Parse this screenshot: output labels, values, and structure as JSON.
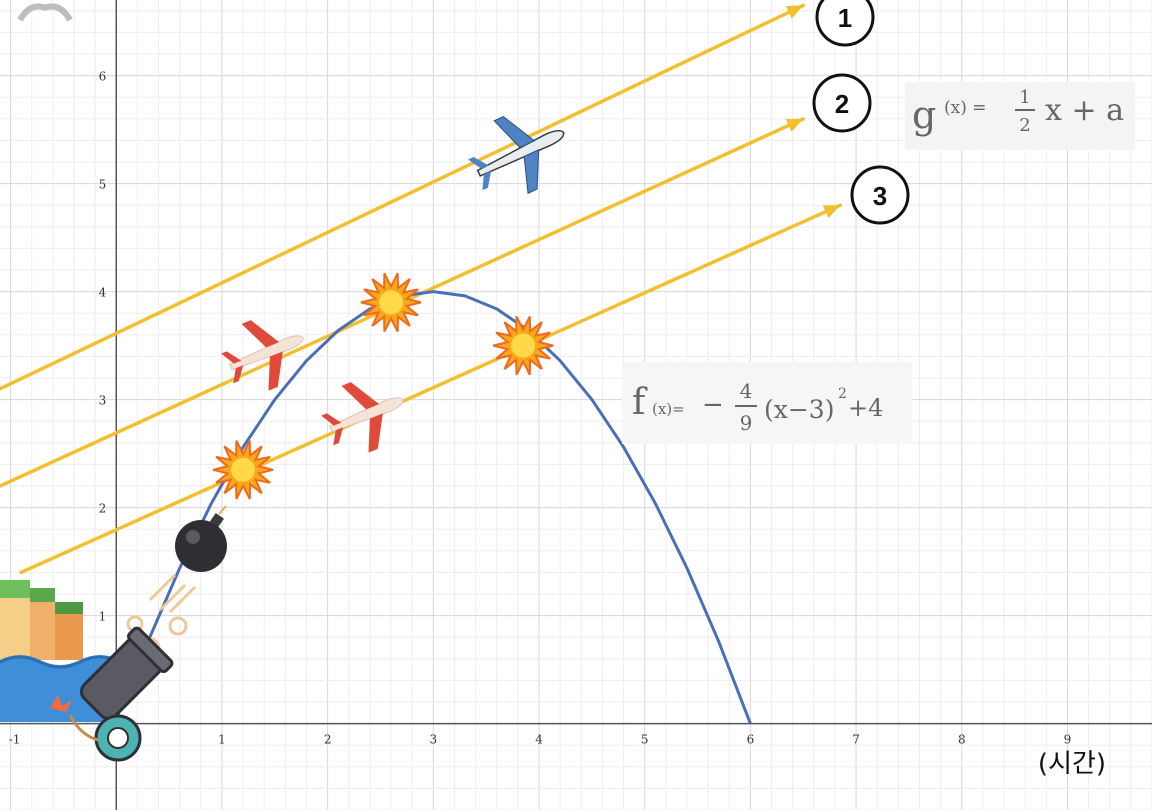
{
  "chart_data": {
    "type": "line",
    "xlim": [
      -1.1,
      9.8
    ],
    "ylim": [
      -0.8,
      6.7
    ],
    "grid": true,
    "x_ticks": [
      "-1",
      "1",
      "2",
      "3",
      "4",
      "5",
      "6",
      "7",
      "8",
      "9"
    ],
    "y_ticks": [
      "1",
      "2",
      "3",
      "4",
      "5",
      "6"
    ],
    "x_unit_label": "(시간)",
    "curve": {
      "formula": "f(x) = -4/9 (x-3)^2 + 4",
      "color": "#4a6fb8",
      "x": [
        0.3,
        0.6,
        0.9,
        1.2,
        1.5,
        1.8,
        2.1,
        2.4,
        2.7,
        3.0,
        3.3,
        3.6,
        3.9,
        4.2,
        4.5,
        4.8,
        5.1,
        5.4,
        5.7,
        6.0
      ],
      "y": [
        0.76,
        1.44,
        2.04,
        2.56,
        3.0,
        3.36,
        3.64,
        3.84,
        3.96,
        4.0,
        3.96,
        3.84,
        3.64,
        3.36,
        3.0,
        2.56,
        2.04,
        1.44,
        0.76,
        0.0
      ]
    },
    "lines": [
      {
        "label": "1",
        "x": [
          -1.1,
          6.5
        ],
        "y": [
          3.1,
          6.65
        ],
        "color": "#f2bf2f"
      },
      {
        "label": "2",
        "x": [
          -1.1,
          6.5
        ],
        "y": [
          2.2,
          5.6
        ],
        "color": "#f2bf2f"
      },
      {
        "label": "3",
        "x": [
          -0.9,
          6.85
        ],
        "y": [
          1.4,
          4.8
        ],
        "color": "#f2bf2f"
      }
    ],
    "explosions": [
      {
        "x": 1.2,
        "y": 2.35
      },
      {
        "x": 2.6,
        "y": 3.9
      },
      {
        "x": 3.85,
        "y": 3.5
      }
    ],
    "annotations": {
      "g_formula": {
        "name": "g",
        "var": "(x) =",
        "frac_num": "1",
        "frac_den": "2",
        "rest": "x + a"
      },
      "f_formula": {
        "name": "f",
        "var": "(x)=",
        "minus": "−",
        "frac_num": "4",
        "frac_den": "9",
        "rest": "(x−3)",
        "exp": "2",
        "tail": "+4"
      }
    }
  },
  "icons": [
    "airplane-blue-icon",
    "airplane-red-icon",
    "explosion-icon",
    "bomb-icon",
    "cannon-icon",
    "castle-icon",
    "undo-redo-icon"
  ],
  "colors": {
    "curve": "#4a6fb8",
    "lines": "#f2bf2f",
    "grid_major": "#d7d7d7",
    "grid_minor": "#eeeeee"
  }
}
